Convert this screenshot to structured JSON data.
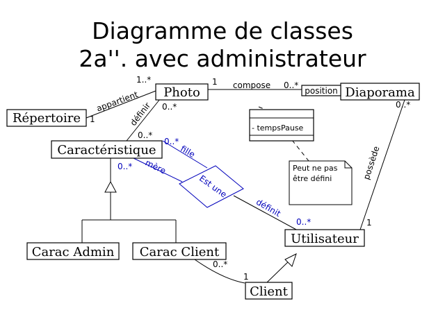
{
  "title": {
    "line1": "Diagramme de classes",
    "line2": "2a''. avec administrateur"
  },
  "classes": {
    "photo": "Photo",
    "diaporama": "Diaporama",
    "repertoire": "Répertoire",
    "caracteristique": "Caractéristique",
    "carac_admin": "Carac Admin",
    "carac_client": "Carac Client",
    "utilisateur": "Utilisateur",
    "client": "Client"
  },
  "association_class": {
    "attribute": "- tempsPause"
  },
  "association": {
    "name": "Est une"
  },
  "note": {
    "line1": "Peut ne pas",
    "line2": "être défini"
  },
  "labels": {
    "appartient": "appartient",
    "definir": "définir",
    "compose": "compose",
    "position": "position",
    "possede": "possède",
    "fille": "fille",
    "mere": "mère",
    "definit": "définit"
  },
  "multiplicities": {
    "photo_rep": "1..*",
    "rep_photo": "1",
    "photo_compose": "1",
    "diapo_compose": "0..*",
    "photo_carac": "0..*",
    "carac_photo": "0..*",
    "diapo_possede": "0..*",
    "util_possede": "1",
    "fille": "0..*",
    "mere": "0..*",
    "util_definit": "0..*",
    "caracclient_client": "0..*",
    "client_caracclient": "1"
  }
}
